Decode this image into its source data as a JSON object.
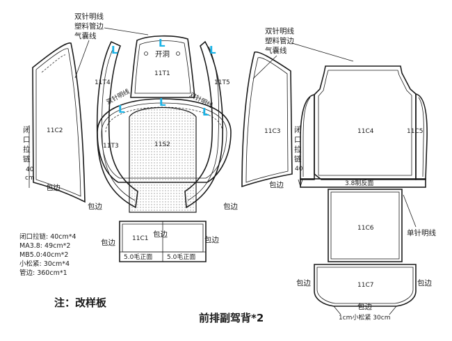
{
  "annotations": {
    "top_left_1": "双针明线",
    "top_left_2": "塑料管边",
    "top_left_3": "气囊线",
    "top_right_1": "双针明线",
    "top_right_2": "塑料管边",
    "top_right_3": "气囊线",
    "open_hole": "开洞",
    "double_needle_left": "双针明线",
    "double_needle_right": "双针明线",
    "single_needle": "单针明线",
    "zipper_left": [
      "闭",
      "口",
      "拉",
      "链"
    ],
    "zipper_left_len": "40",
    "zipper_left_unit": "cm",
    "zipper_right": [
      "闭",
      "口",
      "拉",
      "链"
    ],
    "zipper_right_len": "40",
    "binding": "包边"
  },
  "markers": {
    "leather": "L"
  },
  "pieces": {
    "c2": "11C2",
    "t4": "11T4",
    "t1": "11T1",
    "t5": "11T5",
    "t3": "11T3",
    "s2": "11S2",
    "c3": "11C3",
    "c4": "11C4",
    "c5": "11C5",
    "c6": "11C6",
    "c1": "11C1",
    "c7": "11C7"
  },
  "strips": {
    "c4_bottom": "3.8制反面",
    "c1_left": "5.0毛正面",
    "c1_right": "5.0毛正面"
  },
  "c7_bottom": "1cm小松紧 30cm",
  "materials": [
    "闭口拉链: 40cm*4",
    "MA3.8: 49cm*2",
    "MB5.0:40cm*2",
    "小松紧: 30cm*4",
    "管边: 360cm*1"
  ],
  "note": "注：改样板",
  "title": "前排副驾背*2"
}
